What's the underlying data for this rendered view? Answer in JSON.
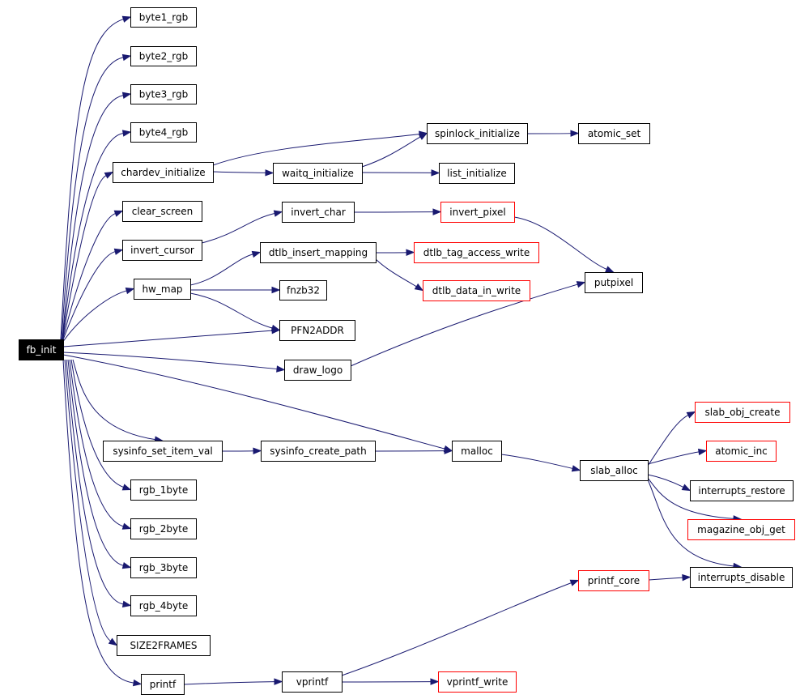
{
  "colors": {
    "edge": "#191970",
    "node_border": "#000000",
    "external_node_border": "#ff0000",
    "root_fill": "#000000",
    "root_text": "#ffffff"
  },
  "nodes": [
    {
      "id": "fb_init",
      "label": "fb_init",
      "kind": "root"
    },
    {
      "id": "byte1_rgb",
      "label": "byte1_rgb",
      "kind": "normal"
    },
    {
      "id": "byte2_rgb",
      "label": "byte2_rgb",
      "kind": "normal"
    },
    {
      "id": "byte3_rgb",
      "label": "byte3_rgb",
      "kind": "normal"
    },
    {
      "id": "byte4_rgb",
      "label": "byte4_rgb",
      "kind": "normal"
    },
    {
      "id": "chardev_initialize",
      "label": "chardev_initialize",
      "kind": "normal"
    },
    {
      "id": "clear_screen",
      "label": "clear_screen",
      "kind": "normal"
    },
    {
      "id": "invert_cursor",
      "label": "invert_cursor",
      "kind": "normal"
    },
    {
      "id": "hw_map",
      "label": "hw_map",
      "kind": "normal"
    },
    {
      "id": "PFN2ADDR",
      "label": "PFN2ADDR",
      "kind": "normal"
    },
    {
      "id": "draw_logo",
      "label": "draw_logo",
      "kind": "normal"
    },
    {
      "id": "sysinfo_set_item_val",
      "label": "sysinfo_set_item_val",
      "kind": "normal"
    },
    {
      "id": "rgb_1byte",
      "label": "rgb_1byte",
      "kind": "normal"
    },
    {
      "id": "rgb_2byte",
      "label": "rgb_2byte",
      "kind": "normal"
    },
    {
      "id": "rgb_3byte",
      "label": "rgb_3byte",
      "kind": "normal"
    },
    {
      "id": "rgb_4byte",
      "label": "rgb_4byte",
      "kind": "normal"
    },
    {
      "id": "SIZE2FRAMES",
      "label": "SIZE2FRAMES",
      "kind": "normal"
    },
    {
      "id": "printf",
      "label": "printf",
      "kind": "normal"
    },
    {
      "id": "spinlock_initialize",
      "label": "spinlock_initialize",
      "kind": "normal"
    },
    {
      "id": "atomic_set",
      "label": "atomic_set",
      "kind": "normal"
    },
    {
      "id": "waitq_initialize",
      "label": "waitq_initialize",
      "kind": "normal"
    },
    {
      "id": "list_initialize",
      "label": "list_initialize",
      "kind": "normal"
    },
    {
      "id": "invert_char",
      "label": "invert_char",
      "kind": "normal"
    },
    {
      "id": "invert_pixel",
      "label": "invert_pixel",
      "kind": "external"
    },
    {
      "id": "dtlb_insert_mapping",
      "label": "dtlb_insert_mapping",
      "kind": "normal"
    },
    {
      "id": "dtlb_tag_access_write",
      "label": "dtlb_tag_access_write",
      "kind": "external"
    },
    {
      "id": "dtlb_data_in_write",
      "label": "dtlb_data_in_write",
      "kind": "external"
    },
    {
      "id": "fnzb32",
      "label": "fnzb32",
      "kind": "normal"
    },
    {
      "id": "putpixel",
      "label": "putpixel",
      "kind": "normal"
    },
    {
      "id": "sysinfo_create_path",
      "label": "sysinfo_create_path",
      "kind": "normal"
    },
    {
      "id": "malloc",
      "label": "malloc",
      "kind": "normal"
    },
    {
      "id": "slab_alloc",
      "label": "slab_alloc",
      "kind": "normal"
    },
    {
      "id": "slab_obj_create",
      "label": "slab_obj_create",
      "kind": "external"
    },
    {
      "id": "atomic_inc",
      "label": "atomic_inc",
      "kind": "external"
    },
    {
      "id": "interrupts_restore",
      "label": "interrupts_restore",
      "kind": "normal"
    },
    {
      "id": "magazine_obj_get",
      "label": "magazine_obj_get",
      "kind": "external"
    },
    {
      "id": "interrupts_disable",
      "label": "interrupts_disable",
      "kind": "normal"
    },
    {
      "id": "printf_core",
      "label": "printf_core",
      "kind": "external"
    },
    {
      "id": "vprintf",
      "label": "vprintf",
      "kind": "normal"
    },
    {
      "id": "vprintf_write",
      "label": "vprintf_write",
      "kind": "external"
    }
  ],
  "edges": [
    [
      "fb_init",
      "byte1_rgb"
    ],
    [
      "fb_init",
      "byte2_rgb"
    ],
    [
      "fb_init",
      "byte3_rgb"
    ],
    [
      "fb_init",
      "byte4_rgb"
    ],
    [
      "fb_init",
      "chardev_initialize"
    ],
    [
      "fb_init",
      "clear_screen"
    ],
    [
      "fb_init",
      "invert_cursor"
    ],
    [
      "fb_init",
      "hw_map"
    ],
    [
      "fb_init",
      "PFN2ADDR"
    ],
    [
      "fb_init",
      "draw_logo"
    ],
    [
      "fb_init",
      "malloc"
    ],
    [
      "fb_init",
      "sysinfo_set_item_val"
    ],
    [
      "fb_init",
      "rgb_1byte"
    ],
    [
      "fb_init",
      "rgb_2byte"
    ],
    [
      "fb_init",
      "rgb_3byte"
    ],
    [
      "fb_init",
      "rgb_4byte"
    ],
    [
      "fb_init",
      "SIZE2FRAMES"
    ],
    [
      "fb_init",
      "printf"
    ],
    [
      "chardev_initialize",
      "spinlock_initialize"
    ],
    [
      "chardev_initialize",
      "waitq_initialize"
    ],
    [
      "waitq_initialize",
      "spinlock_initialize"
    ],
    [
      "waitq_initialize",
      "list_initialize"
    ],
    [
      "spinlock_initialize",
      "atomic_set"
    ],
    [
      "invert_cursor",
      "invert_char"
    ],
    [
      "invert_char",
      "invert_pixel"
    ],
    [
      "invert_pixel",
      "putpixel"
    ],
    [
      "hw_map",
      "dtlb_insert_mapping"
    ],
    [
      "hw_map",
      "fnzb32"
    ],
    [
      "hw_map",
      "PFN2ADDR"
    ],
    [
      "dtlb_insert_mapping",
      "dtlb_tag_access_write"
    ],
    [
      "dtlb_insert_mapping",
      "dtlb_data_in_write"
    ],
    [
      "draw_logo",
      "putpixel"
    ],
    [
      "sysinfo_set_item_val",
      "sysinfo_create_path"
    ],
    [
      "sysinfo_create_path",
      "malloc"
    ],
    [
      "malloc",
      "slab_alloc"
    ],
    [
      "slab_alloc",
      "slab_obj_create"
    ],
    [
      "slab_alloc",
      "atomic_inc"
    ],
    [
      "slab_alloc",
      "interrupts_restore"
    ],
    [
      "slab_alloc",
      "magazine_obj_get"
    ],
    [
      "slab_alloc",
      "interrupts_disable"
    ],
    [
      "printf",
      "vprintf"
    ],
    [
      "vprintf",
      "printf_core"
    ],
    [
      "vprintf",
      "vprintf_write"
    ],
    [
      "printf_core",
      "interrupts_disable"
    ]
  ]
}
